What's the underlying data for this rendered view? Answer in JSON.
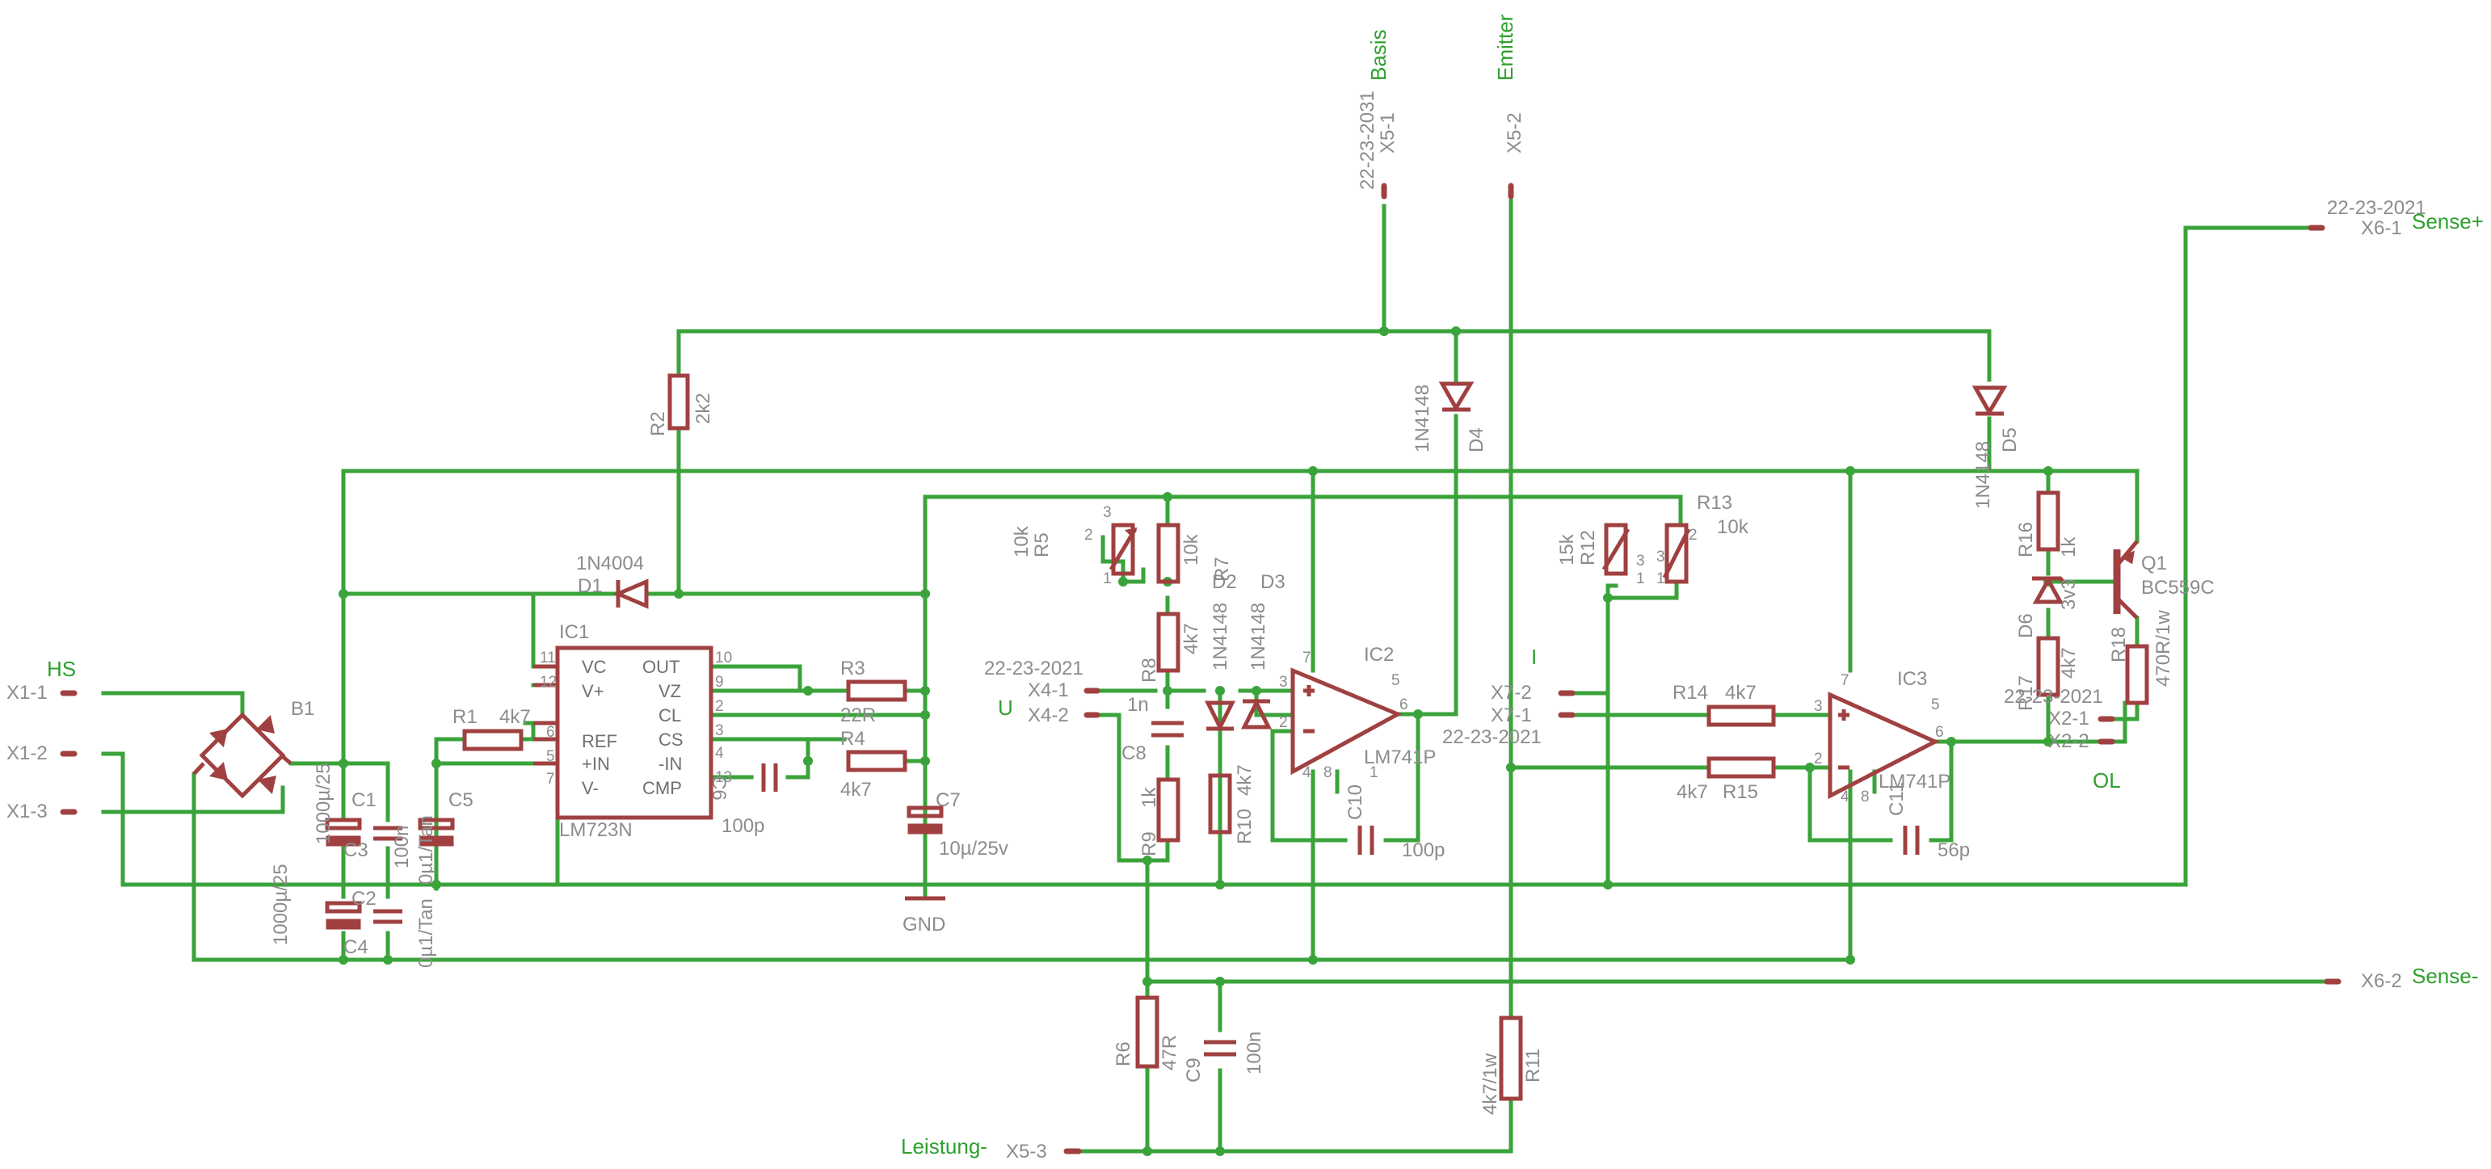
{
  "connectors": {
    "x1_1": "X1-1",
    "x1_2": "X1-2",
    "x1_3": "X1-3",
    "x4_1": "X4-1",
    "x4_2": "X4-2",
    "x5_1": "X5-1",
    "x5_2": "X5-2",
    "x5_3": "X5-3",
    "x6_1": "X6-1",
    "x6_2": "X6-2",
    "x7_1": "X7-1",
    "x7_2": "X7-2",
    "x2_1": "X2-1",
    "x2_2": "X2-2",
    "part_2021": "22-23-2021",
    "part_2031": "22-23-2031"
  },
  "nets": {
    "hs": "HS",
    "basis": "Basis",
    "emitter": "Emitter",
    "sense_plus": "Sense+",
    "sense_minus": "Sense-",
    "leistung": "Leistung-",
    "u": "U",
    "i": "I",
    "ol": "OL",
    "gnd": "GND"
  },
  "parts": {
    "b1": "B1",
    "c1": "C1",
    "c1_val": "1000µ/25",
    "c2": "C2",
    "c2_val": "1000µ/25",
    "c3": "C3",
    "c3_val": "100n",
    "c4": "C4",
    "c4_val": "0µ1/Tan",
    "c5": "C5",
    "c5_val": "0µ1/Tan",
    "c6": "C6",
    "c6_val": "100p",
    "c7": "C7",
    "c7_val": "10µ/25v",
    "c8": "C8",
    "c8_val": "1n",
    "c9": "C9",
    "c9_val": "100n",
    "c10": "C10",
    "c10_val": "100p",
    "c11": "C11",
    "c11_val": "56p",
    "r1": "R1",
    "r1_val": "4k7",
    "r2": "R2",
    "r2_val": "2k2",
    "r3": "R3",
    "r3_val": "22R",
    "r4": "R4",
    "r4_val": "4k7",
    "r5": "R5",
    "r5_val": "10k",
    "r6": "R6",
    "r6_val": "47R",
    "r7": "R7",
    "r7_val": "10k",
    "r8": "R8",
    "r8_val": "4k7",
    "r9": "R9",
    "r9_val": "1k",
    "r10": "R10",
    "r10_val": "4k7",
    "r11": "R11",
    "r11_val": "4k7/1w",
    "r12": "R12",
    "r12_val": "15k",
    "r13": "R13",
    "r13_val": "10k",
    "r14": "R14",
    "r14_val": "4k7",
    "r15": "R15",
    "r15_val": "4k7",
    "r16": "R16",
    "r16_val": "1k",
    "r17": "R17",
    "r17_val": "4k7",
    "r18": "R18",
    "r18_val": "470R/1w",
    "d1": "D1",
    "d1_val": "1N4004",
    "d2": "D2",
    "d2_val": "1N4148",
    "d3": "D3",
    "d3_val": "1N4148",
    "d4": "D4",
    "d4_val": "1N4148",
    "d5": "D5",
    "d5_val": "1N4148",
    "d6": "D6",
    "d6_val": "3v3",
    "q1": "Q1",
    "q1_val": "BC559C",
    "ic1": "IC1",
    "ic1_val": "LM723N",
    "ic2": "IC2",
    "ic2_val": "LM741P",
    "ic3": "IC3",
    "ic3_val": "LM741P"
  },
  "ic1_pins": {
    "vc": "VC",
    "vplus": "V+",
    "ref": "REF",
    "inp": "+IN",
    "vminus": "V-",
    "out": "OUT",
    "vz": "VZ",
    "cl": "CL",
    "cs": "CS",
    "inn": "-IN",
    "cmp": "CMP",
    "n11": "11",
    "n12": "12",
    "n6": "6",
    "n5": "5",
    "n7": "7",
    "n10": "10",
    "n9": "9",
    "n2": "2",
    "n3": "3",
    "n4": "4",
    "n13": "13"
  },
  "opamp_pins": {
    "plus": "+",
    "minus": "-",
    "p3": "3",
    "p2": "2",
    "p6": "6",
    "p7": "7",
    "p4": "4",
    "p5": "5",
    "p8": "8",
    "p1": "1"
  }
}
